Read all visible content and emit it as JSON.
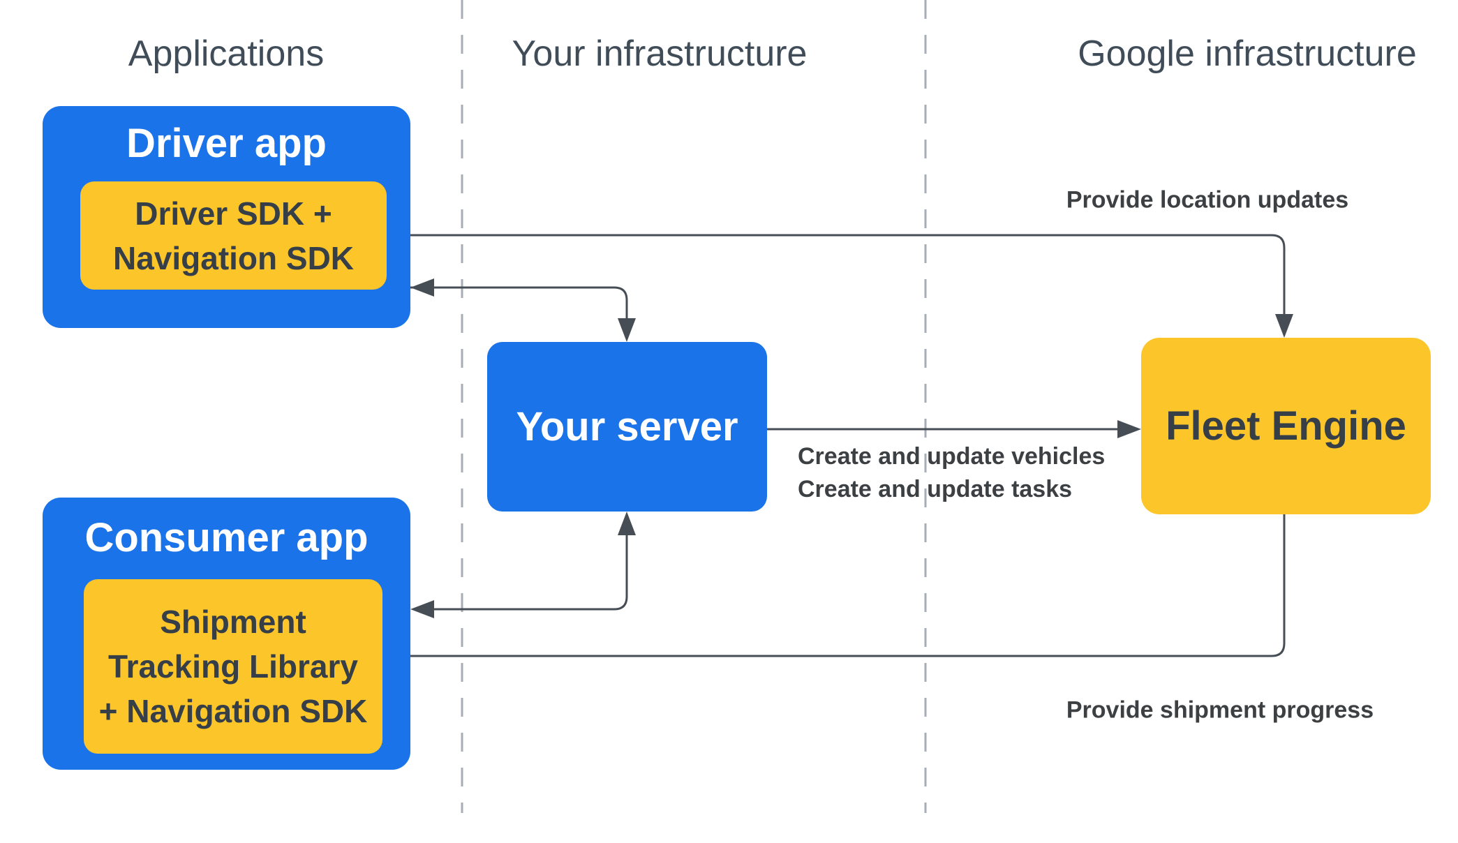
{
  "columns": [
    {
      "id": "applications",
      "label": "Applications"
    },
    {
      "id": "your-infrastructure",
      "label": "Your infrastructure"
    },
    {
      "id": "google-infrastructure",
      "label": "Google infrastructure"
    }
  ],
  "nodes": {
    "driver_app": {
      "title": "Driver app",
      "sdk_lines": [
        "Driver SDK +",
        "Navigation SDK"
      ]
    },
    "consumer_app": {
      "title": "Consumer app",
      "sdk_lines": [
        "Shipment",
        "Tracking Library",
        "+ Navigation SDK"
      ]
    },
    "your_server": {
      "title": "Your server"
    },
    "fleet_engine": {
      "title": "Fleet Engine"
    }
  },
  "edge_labels": {
    "provide_location_updates": "Provide location updates",
    "create_update_vehicles": "Create and update vehicles",
    "create_update_tasks": "Create and update tasks",
    "provide_shipment_progress": "Provide shipment progress"
  },
  "colors": {
    "box-blue": "#1a73e8",
    "box-yellow": "#fcc62b",
    "text-on-blue": "#ffffff",
    "text-dark": "#363e48",
    "header-gray": "#404d59",
    "label-dark": "#3c4043",
    "arrow": "#474d55",
    "divider-gray": "#a6adb4",
    "background": "#ffffff"
  }
}
